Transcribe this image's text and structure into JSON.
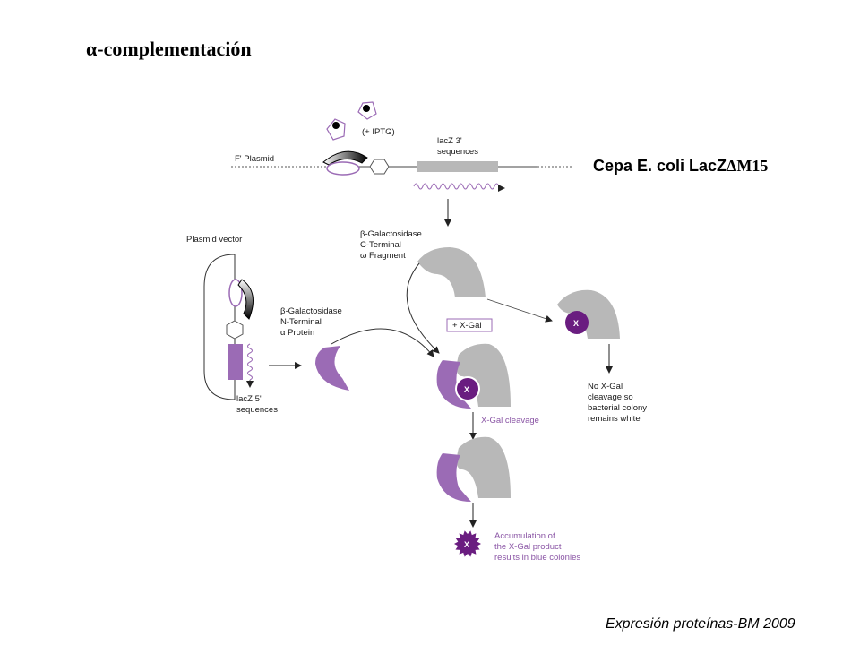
{
  "header": {
    "alpha": "α",
    "title": "-complementación",
    "strain_prefix": "Cepa E. coli LacZ",
    "strain_suffix": "ΔM15"
  },
  "footer": {
    "text": "Expresión proteínas-BM 2009"
  },
  "labels": {
    "iptg": "(+ IPTG)",
    "f_plasmid": "F' Plasmid",
    "lacz3_line1": "lacZ 3'",
    "lacz3_line2": "sequences",
    "omega_line1": "β-Galactosidase",
    "omega_line2": "C-Terminal",
    "omega_line3": "ω Fragment",
    "plasmid_vector": "Plasmid vector",
    "alpha_line1": "β-Galactosidase",
    "alpha_line2": "N-Terminal",
    "alpha_line3": "α Protein",
    "xgal_box": "+ X-Gal",
    "lacz5_line1": "lacZ 5'",
    "lacz5_line2": "sequences",
    "x_mark": "X",
    "xgal_cleavage": "X-Gal cleavage",
    "white_line1": "No X-Gal",
    "white_line2": "cleavage so",
    "white_line3": "bacterial colony",
    "white_line4": "remains white",
    "blue_line1": "Accumulation of",
    "blue_line2": "the X-Gal product",
    "blue_line3": "results in blue colonies"
  },
  "colors": {
    "purple": "#9b6bb5",
    "dark_purple": "#6a1d80",
    "gray": "#b8b8b8",
    "outline": "#333333"
  }
}
